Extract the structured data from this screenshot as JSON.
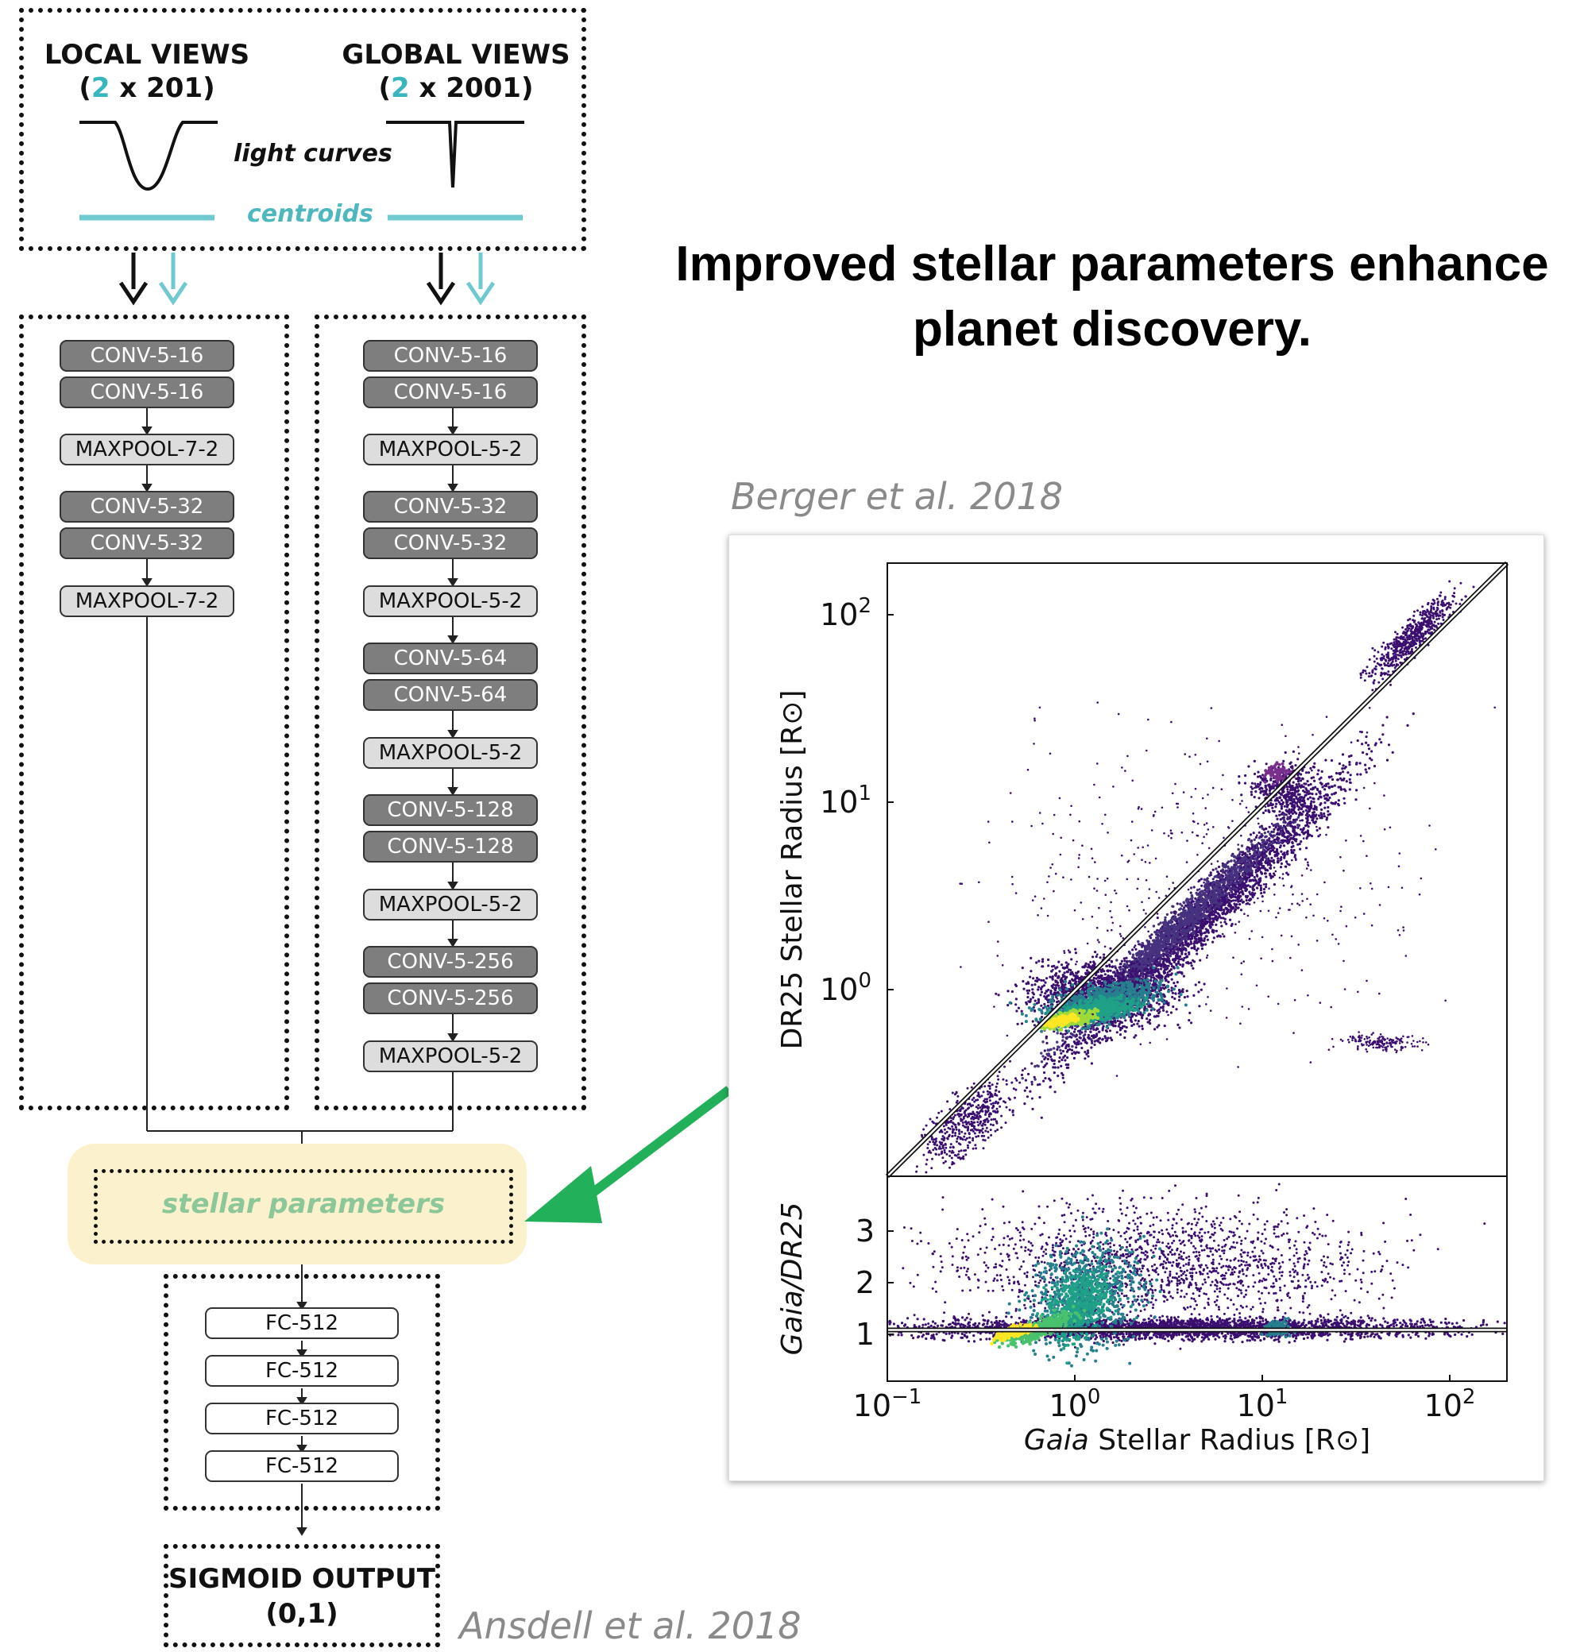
{
  "inputs": {
    "local": {
      "title": "LOCAL VIEWS",
      "dims_open": "(",
      "dims_num": "2",
      "dims_rest": " x 201)"
    },
    "global": {
      "title": "GLOBAL VIEWS",
      "dims_open": "(",
      "dims_num": "2",
      "dims_rest": " x 2001)"
    },
    "light_curves_label": "light curves",
    "centroids_label": "centroids"
  },
  "local_column": [
    "CONV-5-16",
    "CONV-5-16",
    "MAXPOOL-7-2",
    "CONV-5-32",
    "CONV-5-32",
    "MAXPOOL-7-2"
  ],
  "global_column": [
    "CONV-5-16",
    "CONV-5-16",
    "MAXPOOL-5-2",
    "CONV-5-32",
    "CONV-5-32",
    "MAXPOOL-5-2",
    "CONV-5-64",
    "CONV-5-64",
    "MAXPOOL-5-2",
    "CONV-5-128",
    "CONV-5-128",
    "MAXPOOL-5-2",
    "CONV-5-256",
    "CONV-5-256",
    "MAXPOOL-5-2"
  ],
  "stellar_parameters_label": "stellar parameters",
  "fc_layers": [
    "FC-512",
    "FC-512",
    "FC-512",
    "FC-512"
  ],
  "output": {
    "line1": "SIGMOID OUTPUT",
    "line2": "(0,1)"
  },
  "citations": {
    "network": "Ansdell et al. 2018",
    "plot": "Berger et al. 2018"
  },
  "headline": {
    "line1": "Improved stellar parameters enhance",
    "line2": "planet discovery."
  },
  "colors": {
    "cyan": "#38b6bd",
    "green_arrow": "#22b05a",
    "stellar_bg": "#fbf1cc",
    "stellar_text": "#8cc79a"
  },
  "chart_data": {
    "type": "scatter",
    "panels": [
      {
        "name": "top",
        "ylabel": "DR25 Stellar Radius [R⊙]",
        "yscale": "log",
        "ylim": [
          0.1,
          200
        ],
        "yticks": [
          {
            "base": "10",
            "exp": "2"
          },
          {
            "base": "10",
            "exp": "1"
          },
          {
            "base": "10",
            "exp": "0"
          }
        ]
      },
      {
        "name": "bottom",
        "ylabel": "Gaia/DR25",
        "yscale": "linear",
        "ylim": [
          0,
          4
        ],
        "yticks": [
          "3",
          "2",
          "1"
        ]
      }
    ],
    "xlabel_italic": "Gaia",
    "xlabel_rest": " Stellar Radius [R⊙]",
    "xscale": "log",
    "xlim": [
      0.1,
      200
    ],
    "xticks": [
      {
        "base": "10",
        "exp": "−1"
      },
      {
        "base": "10",
        "exp": "0"
      },
      {
        "base": "10",
        "exp": "1"
      },
      {
        "base": "10",
        "exp": "2"
      }
    ],
    "density_colormap": "viridis",
    "reference_lines": [
      "y = x (top)",
      "y = 1 (bottom)"
    ],
    "grid": false
  }
}
